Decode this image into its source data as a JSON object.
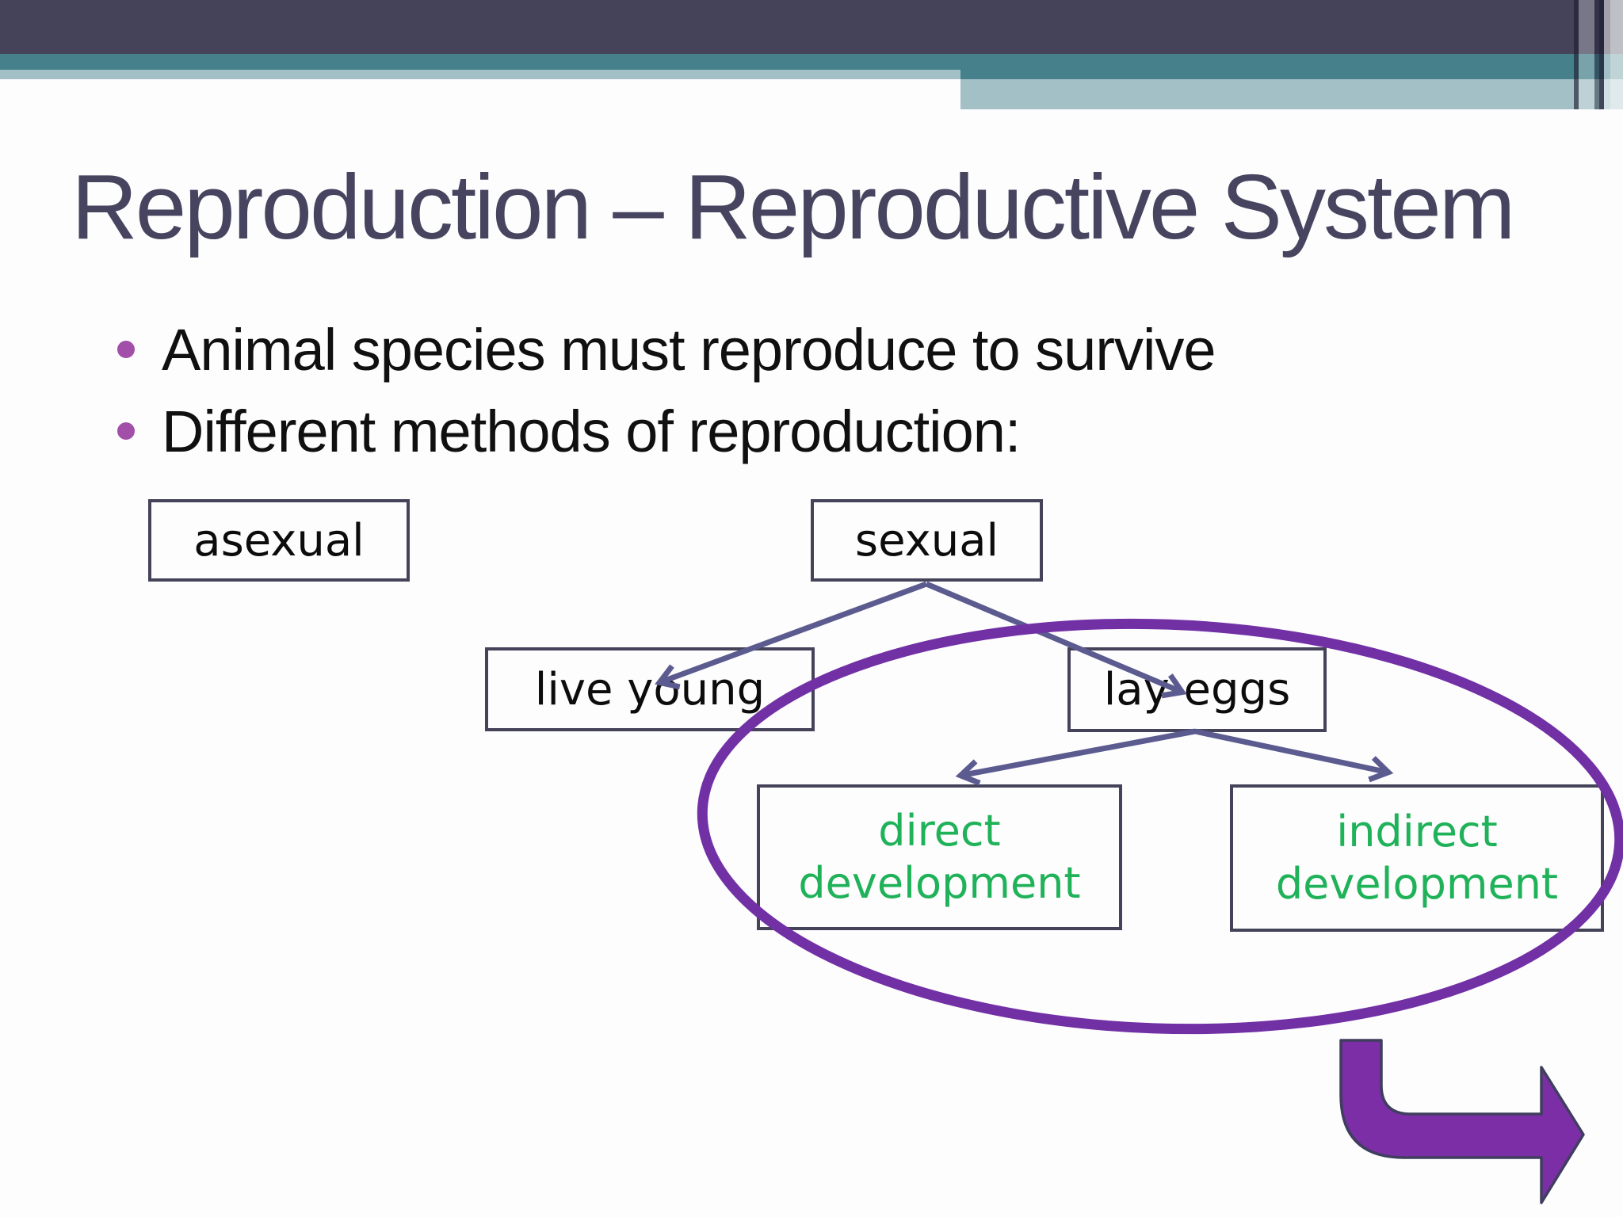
{
  "slide": {
    "title": "Reproduction – Reproductive System",
    "bullets": [
      "Animal species must reproduce to survive",
      "Different methods of reproduction:"
    ]
  },
  "diagram": {
    "type": "tree-flowchart",
    "nodes": {
      "asexual": {
        "label": "asexual"
      },
      "sexual": {
        "label": "sexual"
      },
      "live_young": {
        "label": "live young"
      },
      "lay_eggs": {
        "label": "lay eggs"
      },
      "direct": {
        "label": "direct development"
      },
      "indirect": {
        "label": "indirect development"
      }
    },
    "edges": [
      {
        "from": "sexual",
        "to": "live_young"
      },
      {
        "from": "sexual",
        "to": "lay_eggs"
      },
      {
        "from": "lay_eggs",
        "to": "direct"
      },
      {
        "from": "lay_eggs",
        "to": "indirect"
      }
    ],
    "annotations": {
      "ellipse_highlight": "purple ellipse encircling lay eggs, direct development and indirect development",
      "bent_arrow": "purple bent arrow pointing right at bottom-right corner"
    }
  },
  "colors": {
    "header_dark": "#454359",
    "header_teal": "#45808B",
    "header_light": "#A4C0C7",
    "title_text": "#474460",
    "bullet_dot": "#A14FA8",
    "body_text": "#101010",
    "box_border": "#45435A",
    "connector": "#5C5B90",
    "highlight_ellipse": "#7230A5",
    "bent_arrow_fill": "#7B2EA5",
    "development_text": "#1FB259"
  }
}
